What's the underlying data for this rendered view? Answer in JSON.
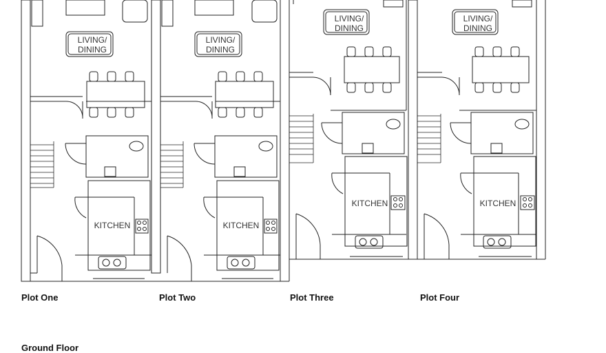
{
  "plots": [
    {
      "name": "Plot One",
      "living": [
        "LIVING/",
        "DINING"
      ],
      "kitchen": "KITCHEN"
    },
    {
      "name": "Plot Two",
      "living": [
        "LIVING/",
        "DINING"
      ],
      "kitchen": "KITCHEN"
    },
    {
      "name": "Plot Three",
      "living": [
        "LIVING/",
        "DINING"
      ],
      "kitchen": "KITCHEN"
    },
    {
      "name": "Plot Four",
      "living": [
        "LIVING/",
        "DINING"
      ],
      "kitchen": "KITCHEN"
    }
  ],
  "floor_label": "Ground Floor"
}
